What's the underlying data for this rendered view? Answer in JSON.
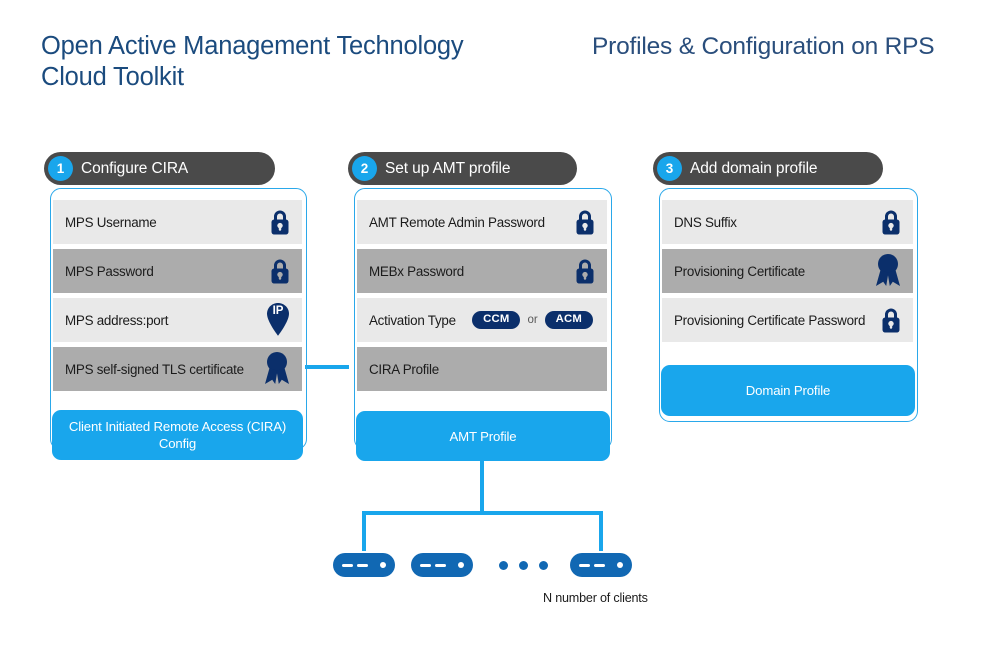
{
  "titles": {
    "main": "Open Active Management Technology\nCloud Toolkit",
    "right": "Profiles & Configuration on RPS"
  },
  "colors": {
    "accent_blue": "#19a6ec",
    "panel_border": "#2aa8ea",
    "header_pill": "#4a4a4a",
    "row_light": "#e9e9e9",
    "row_dark": "#acacac",
    "icon_navy": "#0b2f6b",
    "device_blue": "#1168b3",
    "title_blue": "#1b4b7e"
  },
  "columns": [
    {
      "number": "1",
      "header": "Configure CIRA",
      "rows": [
        {
          "label": "MPS Username",
          "icon": "lock-icon",
          "shade": "light"
        },
        {
          "label": "MPS Password",
          "icon": "lock-icon",
          "shade": "dark"
        },
        {
          "label": "MPS address:port",
          "icon": "ip-pin-icon",
          "icon_text": "IP",
          "shade": "light"
        },
        {
          "label": "MPS self-signed TLS certificate",
          "icon": "certificate-ribbon-icon",
          "shade": "dark"
        }
      ],
      "profile_box": "Client Initiated Remote Access (CIRA)\nConfig"
    },
    {
      "number": "2",
      "header": "Set up AMT profile",
      "rows": [
        {
          "label": "AMT Remote Admin Password",
          "icon": "lock-icon",
          "shade": "light"
        },
        {
          "label": "MEBx Password",
          "icon": "lock-icon",
          "shade": "dark"
        },
        {
          "label": "Activation Type",
          "icon": "none",
          "shade": "light",
          "options": [
            "CCM",
            "ACM"
          ],
          "separator": "or"
        },
        {
          "label": "CIRA Profile",
          "icon": "none",
          "shade": "dark"
        }
      ],
      "profile_box": "AMT Profile"
    },
    {
      "number": "3",
      "header": "Add domain profile",
      "rows": [
        {
          "label": "DNS Suffix",
          "icon": "lock-icon",
          "shade": "light"
        },
        {
          "label": "Provisioning Certificate",
          "icon": "certificate-ribbon-icon",
          "shade": "dark"
        },
        {
          "label": "Provisioning Certificate Password",
          "icon": "lock-icon",
          "shade": "light"
        }
      ],
      "profile_box": "Domain Profile"
    }
  ],
  "clients": {
    "caption": "N number of clients",
    "device_count_shown": 3,
    "ellipsis_dots": 3
  }
}
